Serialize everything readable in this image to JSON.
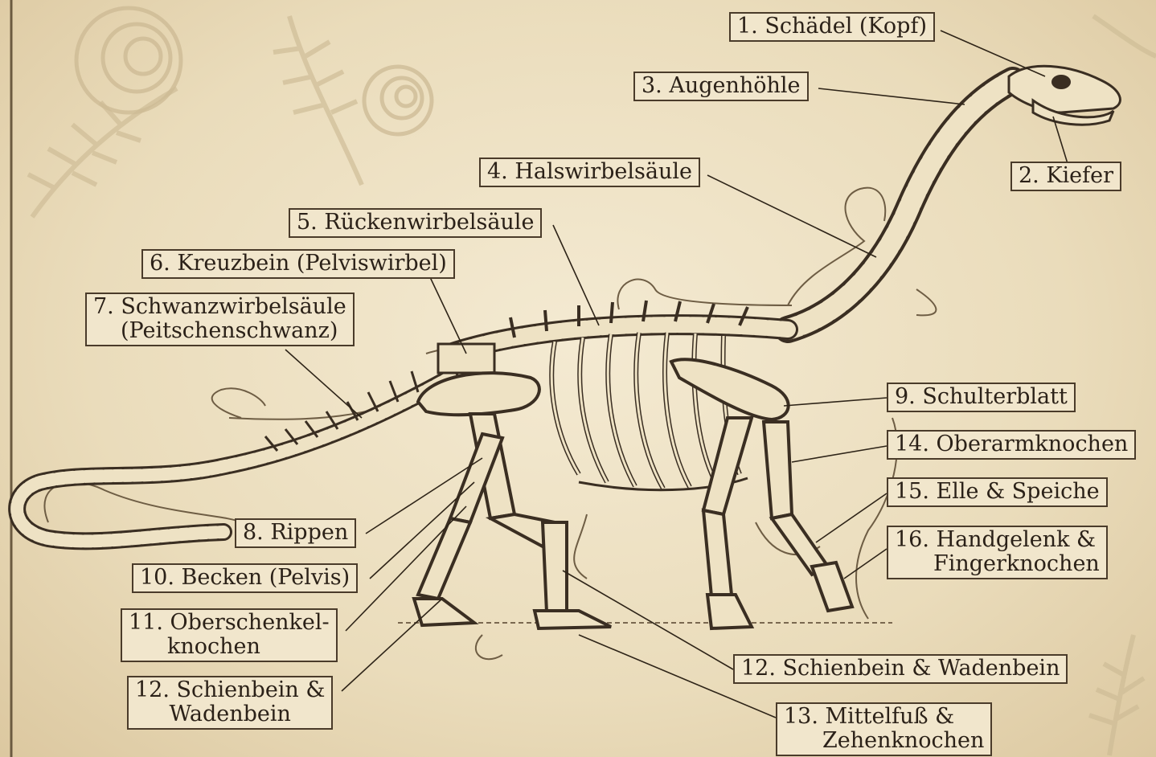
{
  "labels": {
    "skull": "1. Schädel (Kopf)",
    "jaw": "2. Kiefer",
    "eye_socket": "3. Augenhöhle",
    "cervical": "4. Halswirbelsäule",
    "dorsal": "5. Rückenwirbelsäule",
    "sacrum": "6. Kreuzbein (Pelviswirbel)",
    "tail_line1": "7. Schwanzwirbelsäule",
    "tail_line2": "(Peitschenschwanz)",
    "ribs": "8. Rippen",
    "scapula": "9. Schulterblatt",
    "pelvis": "10. Becken (Pelvis)",
    "femur_line1": "11. Oberschenkel-",
    "femur_line2": "knochen",
    "tibia_left_line1": "12. Schienbein &",
    "tibia_left_line2": "Wadenbein",
    "tibia_right": "12. Schienbein & Wadenbein",
    "metatarsal_line1": "13. Mittelfuß &",
    "metatarsal_line2": "Zehenknochen",
    "humerus": "14. Oberarmknochen",
    "ulna_radius": "15. Elle & Speiche",
    "wrist_line1": "16. Handgelenk &",
    "wrist_line2": "Fingerknochen"
  },
  "colors": {
    "paper": "#efe3c6",
    "ink": "#3a2e22",
    "bone": "#eee2c4",
    "faded_decor": "#cbb892"
  }
}
